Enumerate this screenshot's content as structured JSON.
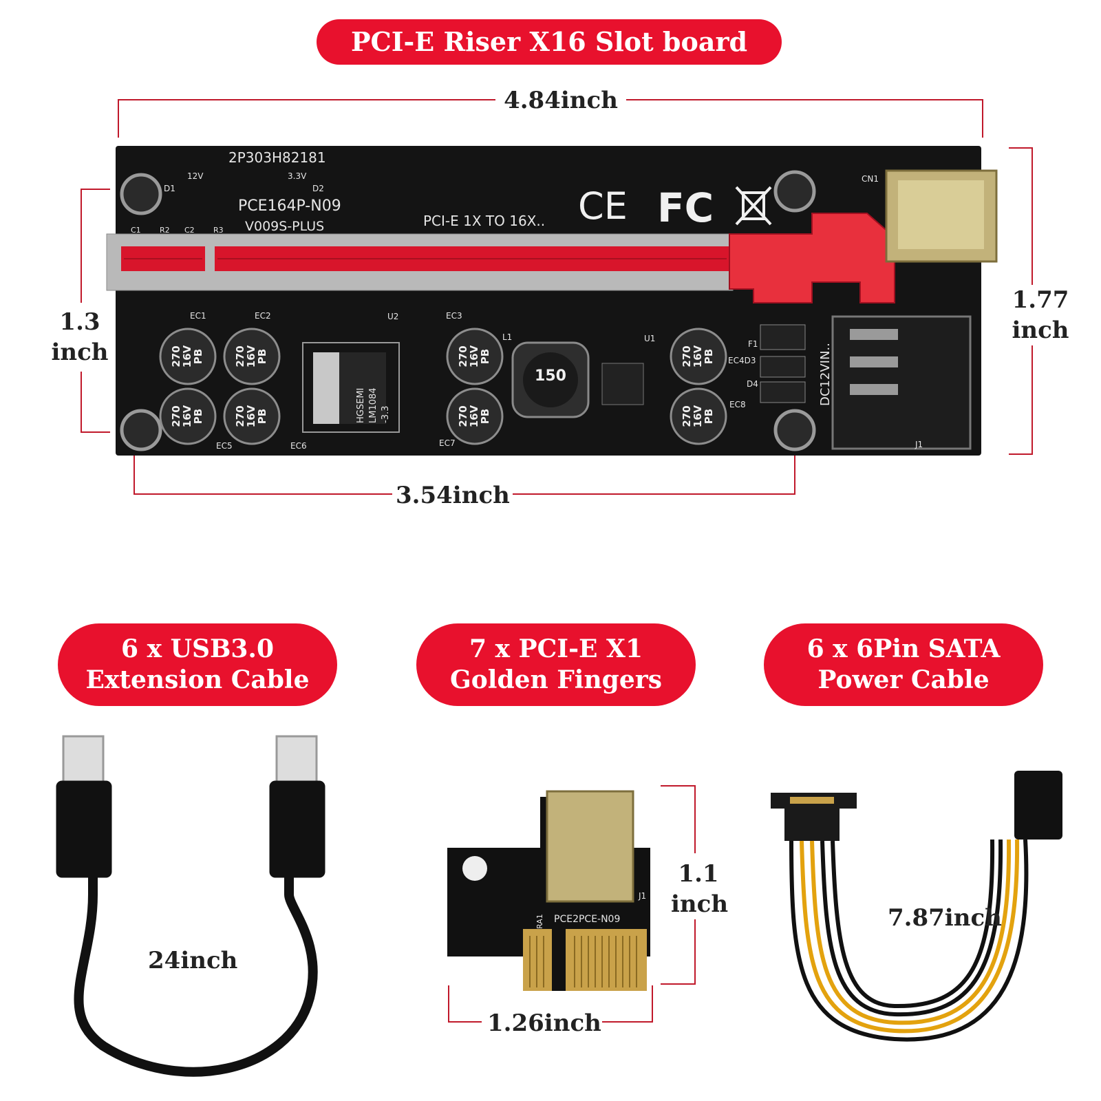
{
  "header": {
    "title": "PCI-E Riser X16 Slot board"
  },
  "board": {
    "serial": "2P303H82181",
    "model": "PCE164P-N09",
    "version": "V009S-PLUS",
    "bus_text": "PCI-E 1X TO 16X..",
    "led_12v": "12V",
    "led_33v": "3.3V",
    "d1": "D1",
    "d2": "D2",
    "c1r2": "C1",
    "r2": "R2",
    "c2": "C2",
    "r3": "R3",
    "cn1": "CN1",
    "dc_in": "DC12VIN..",
    "j1": "J1",
    "u1": "U1",
    "u2": "U2",
    "l1": "L1",
    "f1": "F1",
    "ec4d3": "EC4D3",
    "d4": "D4",
    "ec_labels": [
      "EC1",
      "EC2",
      "EC3",
      "EC5",
      "EC6",
      "EC7",
      "EC8"
    ],
    "cap_marking": [
      "270",
      "16V",
      "PB"
    ],
    "inductor": "150",
    "regulator": [
      "HGSEMI",
      "LM1084",
      "-3.3"
    ],
    "marks": {
      "ce": "CE",
      "fc": "FC"
    }
  },
  "dimensions": {
    "width_top": "4.84inch",
    "width_bottom": "3.54inch",
    "height_left": [
      "1.3",
      "inch"
    ],
    "height_right": [
      "1.77",
      "inch"
    ]
  },
  "items": [
    {
      "label": [
        "6 x USB3.0",
        "Extension Cable"
      ],
      "dim": "24inch"
    },
    {
      "label": [
        "7 x PCI-E X1",
        "Golden Fingers"
      ],
      "dim_h": [
        "1.1",
        "inch"
      ],
      "dim_w": "1.26inch",
      "board_model": "PCE2PCE-N09",
      "j1": "J1",
      "ra1": "RA1"
    },
    {
      "label": [
        "6 x 6Pin SATA",
        "Power Cable"
      ],
      "dim": "7.87inch"
    }
  ],
  "colors": {
    "accent": "#e8112d",
    "pcb": "#141414",
    "dim_line": "#c0182a",
    "gold": "#c9a24a"
  }
}
